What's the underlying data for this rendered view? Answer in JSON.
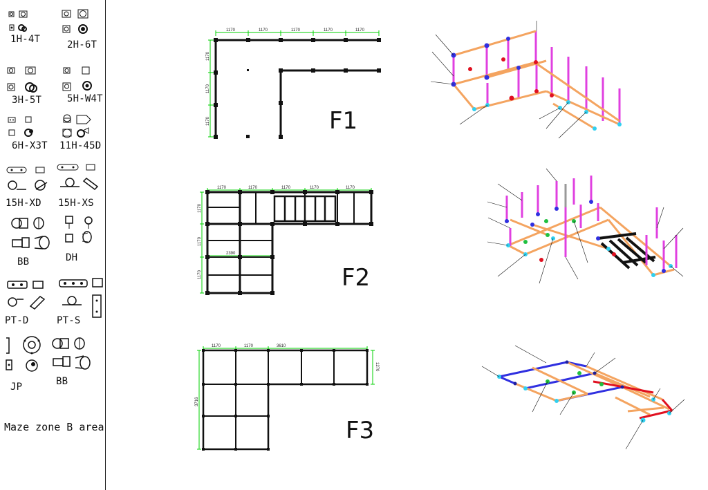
{
  "sidebar": {
    "parts": [
      {
        "label": "1H-4T"
      },
      {
        "label": "2H-6T"
      },
      {
        "label": "3H-5T"
      },
      {
        "label": "5H-W4T"
      },
      {
        "label": "6H-X3T"
      },
      {
        "label": "11H-45D"
      },
      {
        "label": "15H-XD"
      },
      {
        "label": "15H-XS"
      },
      {
        "label": "BB"
      },
      {
        "label": "DH"
      },
      {
        "label": "PT-D"
      },
      {
        "label": "PT-S"
      },
      {
        "label": "JP"
      },
      {
        "label": "BB"
      }
    ],
    "footer": "Maze zone B area"
  },
  "floors": [
    {
      "label": "F1",
      "dims_top": [
        "1170",
        "1170",
        "1170",
        "1170",
        "1170"
      ],
      "dims_left": [
        "1170",
        "1170",
        "1170"
      ]
    },
    {
      "label": "F2",
      "dims_top": [
        "1170",
        "1170",
        "1170",
        "1170",
        "1170"
      ],
      "dims_left": [
        "1170",
        "1170",
        "1170"
      ],
      "dim_inner": "2390"
    },
    {
      "label": "F3",
      "dims_top": [
        "1170",
        "1170",
        "3610"
      ],
      "dim_right": "1270",
      "dim_left": "3716"
    }
  ],
  "colors": {
    "dimension": "#00d000",
    "frame": "#111111",
    "tube_orange": "#f4a460",
    "tube_magenta": "#e040e0",
    "tube_blue": "#3030e0",
    "joint_cyan": "#30d0f0",
    "joint_red": "#e01020",
    "joint_green": "#20c040",
    "joint_navy": "#2020a0"
  }
}
